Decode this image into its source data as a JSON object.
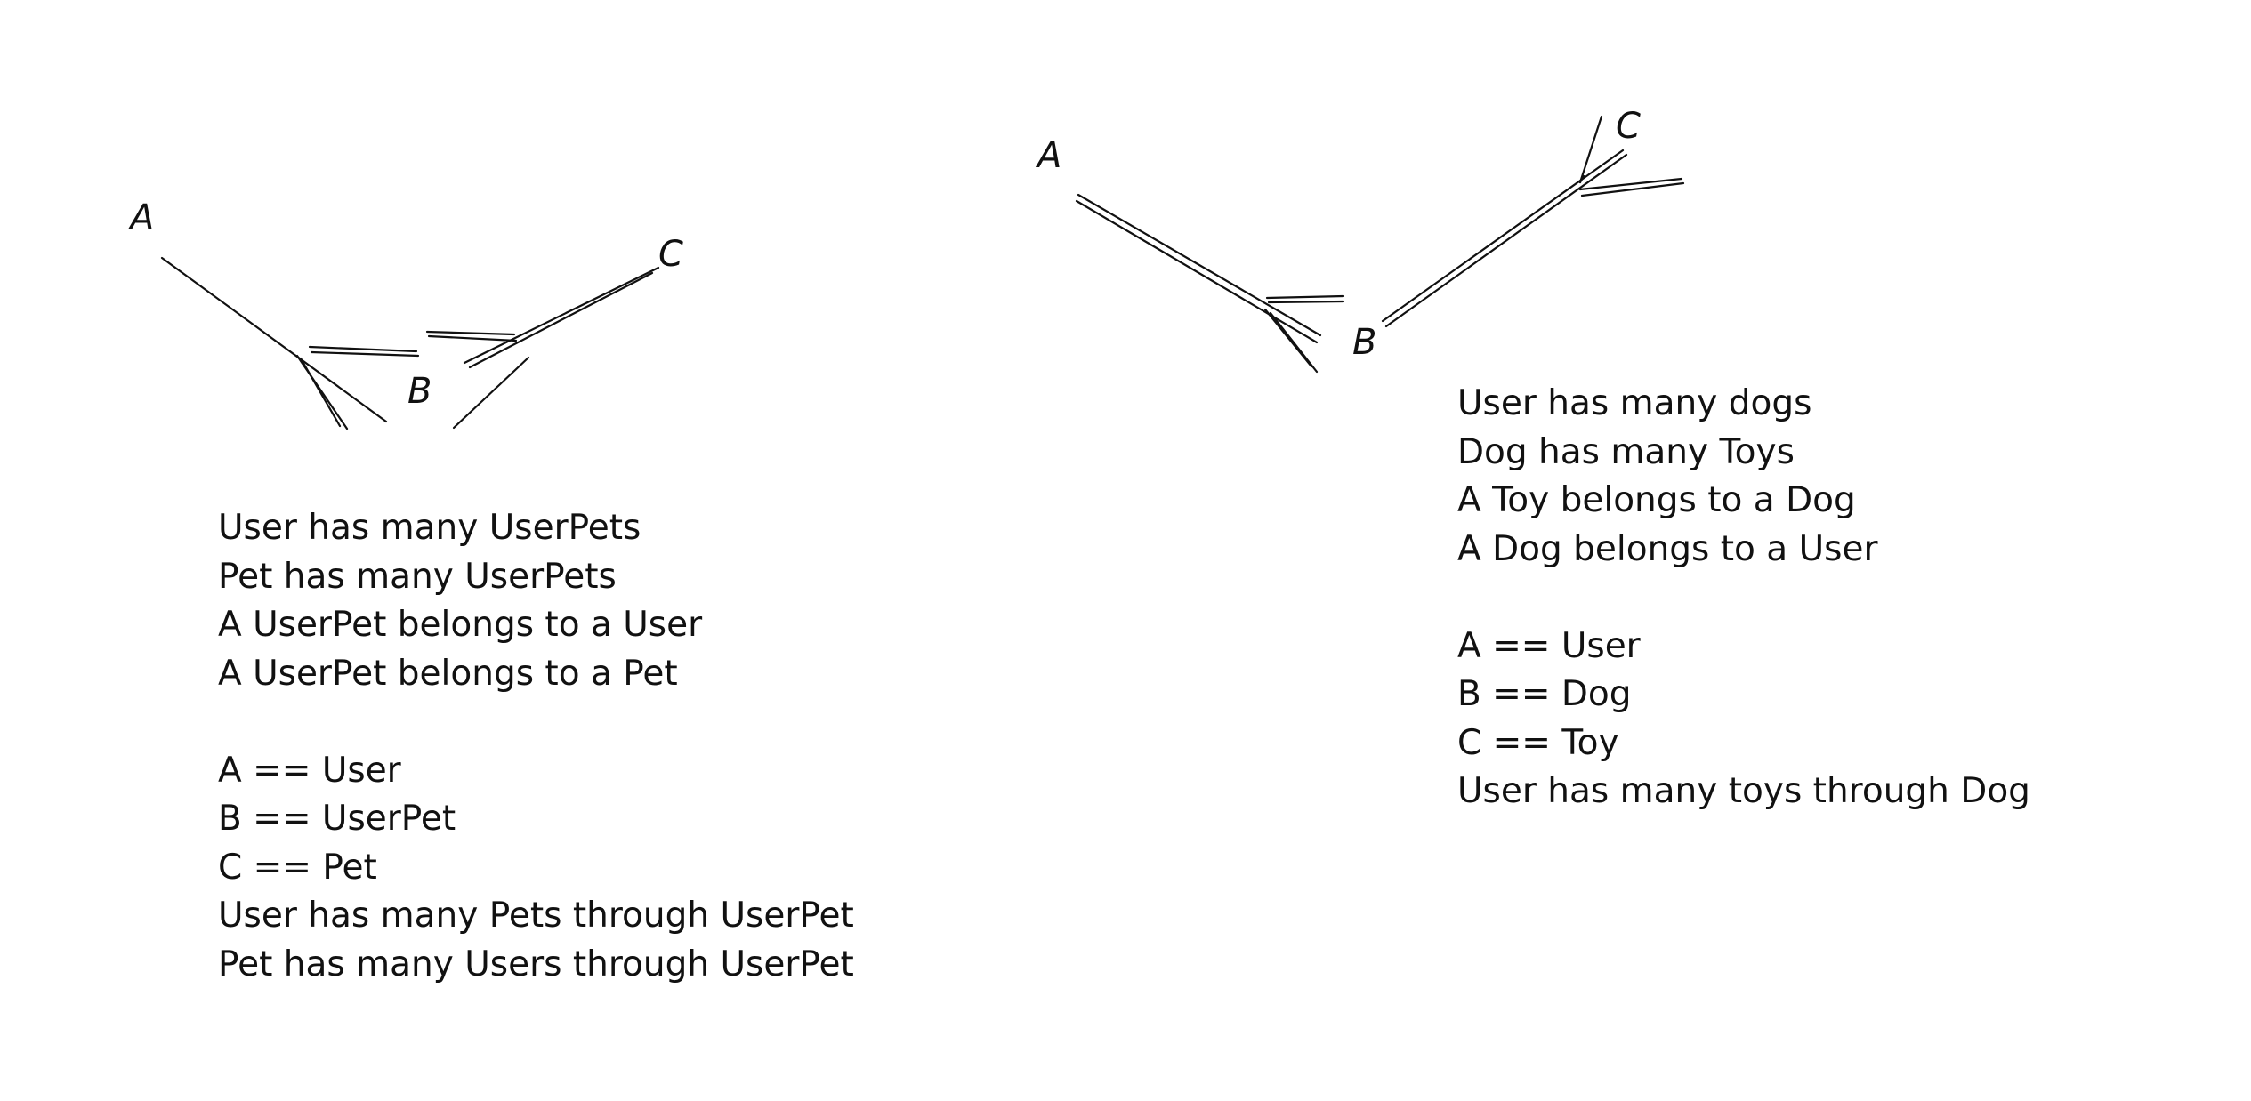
{
  "diagrams": [
    {
      "id": "has-many-through-join",
      "nodes": {
        "a": "A",
        "b": "B",
        "c": "C"
      },
      "statements": [
        "User has many UserPets",
        "Pet has many UserPets",
        "A UserPet belongs to a User",
        "A UserPet belongs to a Pet"
      ],
      "mappings": [
        "A == User",
        "B == UserPet",
        "C == Pet",
        "User has many Pets through UserPet",
        "Pet has many Users through UserPet"
      ]
    },
    {
      "id": "has-many-through-chain",
      "nodes": {
        "a": "A",
        "b": "B",
        "c": "C"
      },
      "statements": [
        "User has many dogs",
        "Dog has many Toys",
        "A Toy belongs to a Dog",
        "A Dog belongs to a User"
      ],
      "mappings": [
        "A == User",
        "B == Dog",
        "C == Toy",
        "User has many toys through Dog"
      ]
    }
  ]
}
